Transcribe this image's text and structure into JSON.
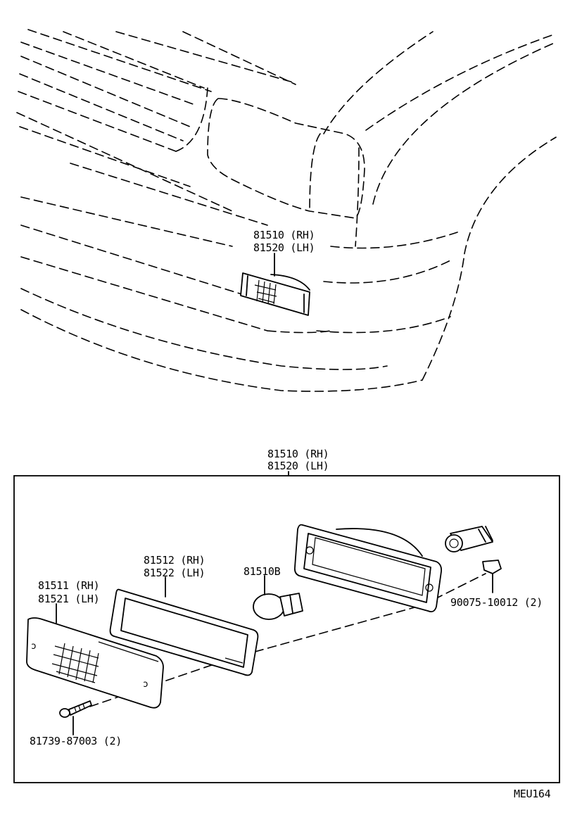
{
  "diagram": {
    "code": "MEU164",
    "top_callout": {
      "line1": "81510 (RH)",
      "line2": "81520 (LH)"
    },
    "box_callout": {
      "line1": "81510 (RH)",
      "line2": "81520 (LH)"
    },
    "parts": [
      {
        "id": "lens",
        "line1": "81511 (RH)",
        "line2": "81521 (LH)"
      },
      {
        "id": "gasket",
        "line1": "81512 (RH)",
        "line2": "81522 (LH)"
      },
      {
        "id": "bulb",
        "line1": "81510B"
      },
      {
        "id": "nut",
        "line1": "90075-10012 (2)"
      },
      {
        "id": "screw",
        "line1": "81739-87003 (2)"
      }
    ]
  }
}
